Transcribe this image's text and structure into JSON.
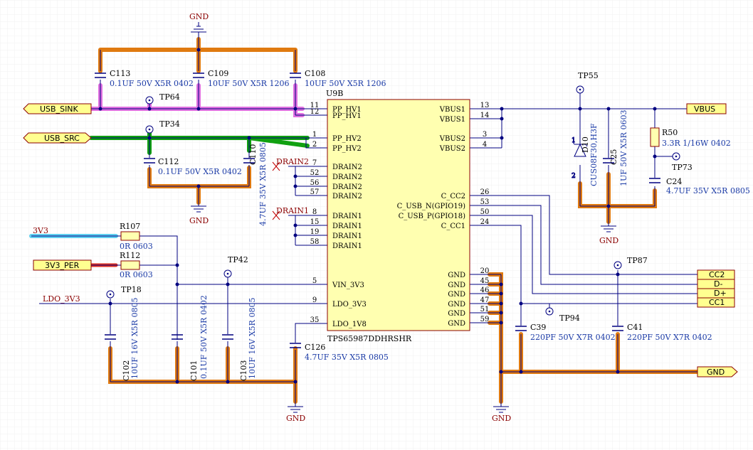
{
  "ic": {
    "ref": "U9B",
    "part": "TPS65987DDHRSHR",
    "left_pins": [
      {
        "num": "11",
        "name": "PP_HV1"
      },
      {
        "num": "12",
        "name": "PP_HV1"
      },
      {
        "num": "1",
        "name": "PP_HV2"
      },
      {
        "num": "2",
        "name": "PP_HV2"
      },
      {
        "num": "7",
        "name": "DRAIN2"
      },
      {
        "num": "52",
        "name": "DRAIN2"
      },
      {
        "num": "56",
        "name": "DRAIN2"
      },
      {
        "num": "57",
        "name": "DRAIN2"
      },
      {
        "num": "8",
        "name": "DRAIN1"
      },
      {
        "num": "15",
        "name": "DRAIN1"
      },
      {
        "num": "19",
        "name": "DRAIN1"
      },
      {
        "num": "58",
        "name": "DRAIN1"
      },
      {
        "num": "5",
        "name": "VIN_3V3"
      },
      {
        "num": "9",
        "name": "LDO_3V3"
      },
      {
        "num": "35",
        "name": "LDO_1V8"
      }
    ],
    "right_pins": [
      {
        "num": "13",
        "name": "VBUS1"
      },
      {
        "num": "14",
        "name": "VBUS1"
      },
      {
        "num": "3",
        "name": "VBUS2"
      },
      {
        "num": "4",
        "name": "VBUS2"
      },
      {
        "num": "26",
        "name": "C_CC2"
      },
      {
        "num": "53",
        "name": "C_USB_N(GPIO19)"
      },
      {
        "num": "50",
        "name": "C_USB_P(GPIO18)"
      },
      {
        "num": "24",
        "name": "C_CC1"
      },
      {
        "num": "20",
        "name": "GND"
      },
      {
        "num": "45",
        "name": "GND"
      },
      {
        "num": "46",
        "name": "GND"
      },
      {
        "num": "47",
        "name": "GND"
      },
      {
        "num": "51",
        "name": "GND"
      },
      {
        "num": "59",
        "name": "GND"
      }
    ]
  },
  "ports": {
    "usb_sink": "USB_SINK",
    "usb_src": "USB_SRC",
    "v3v3": "3V3",
    "v3v3_per": "3V3_PER",
    "ldo_3v3": "LDO_3V3",
    "vbus": "VBUS",
    "cc2": "CC2",
    "dm": "D-",
    "dp": "D+",
    "cc1": "CC1",
    "gnd": "GND"
  },
  "components": {
    "c113": {
      "ref": "C113",
      "val": "0.1UF 50V X5R 0402"
    },
    "c109": {
      "ref": "C109",
      "val": "10UF 50V X5R 1206"
    },
    "c108": {
      "ref": "C108",
      "val": "10UF 50V X5R 1206"
    },
    "c112": {
      "ref": "C112",
      "val": "0.1UF 50V X5R 0402"
    },
    "c110": {
      "ref": "C110",
      "val": "4.7UF 35V X5R 0805"
    },
    "r107": {
      "ref": "R107",
      "val": "0R 0603"
    },
    "r112": {
      "ref": "R112",
      "val": "0R 0603"
    },
    "c102": {
      "ref": "C102",
      "val": "10UF 16V X5R 0805"
    },
    "c101": {
      "ref": "C101",
      "val": "0.1UF 50V X5R 0402"
    },
    "c103": {
      "ref": "C103",
      "val": "10UF 16V X5R 0805"
    },
    "c126": {
      "ref": "C126",
      "val": "4.7UF 35V X5R 0805"
    },
    "d10": {
      "ref": "D10",
      "val": "CUS08F30,H3F"
    },
    "c25": {
      "ref": "C25",
      "val": "1UF 50V X5R 0603"
    },
    "r50": {
      "ref": "R50",
      "val": "3.3R 1/16W 0402"
    },
    "c24": {
      "ref": "C24",
      "val": "4.7UF 35V X5R 0805"
    },
    "c39": {
      "ref": "C39",
      "val": "220PF 50V X7R 0402"
    },
    "c41": {
      "ref": "C41",
      "val": "220PF 50V X7R 0402"
    }
  },
  "testpoints": {
    "tp64": "TP64",
    "tp34": "TP34",
    "tp42": "TP42",
    "tp18": "TP18",
    "tp55": "TP55",
    "tp73": "TP73",
    "tp87": "TP87",
    "tp94": "TP94"
  },
  "nets": {
    "drain2": "DRAIN2",
    "drain1": "DRAIN1",
    "gnd": "GND"
  },
  "diode_pins": {
    "p1": "1",
    "p2": "2"
  },
  "colors": {
    "wire": "#000080",
    "net_orange": "#e07a10",
    "net_magenta": "#e070e0",
    "net_green": "#10a010",
    "net_cyan": "#60d0f0",
    "net_red": "#e03020",
    "ic_fill": "#ffffb0",
    "ic_border": "#8b0000",
    "port_fill": "#ffff90"
  }
}
